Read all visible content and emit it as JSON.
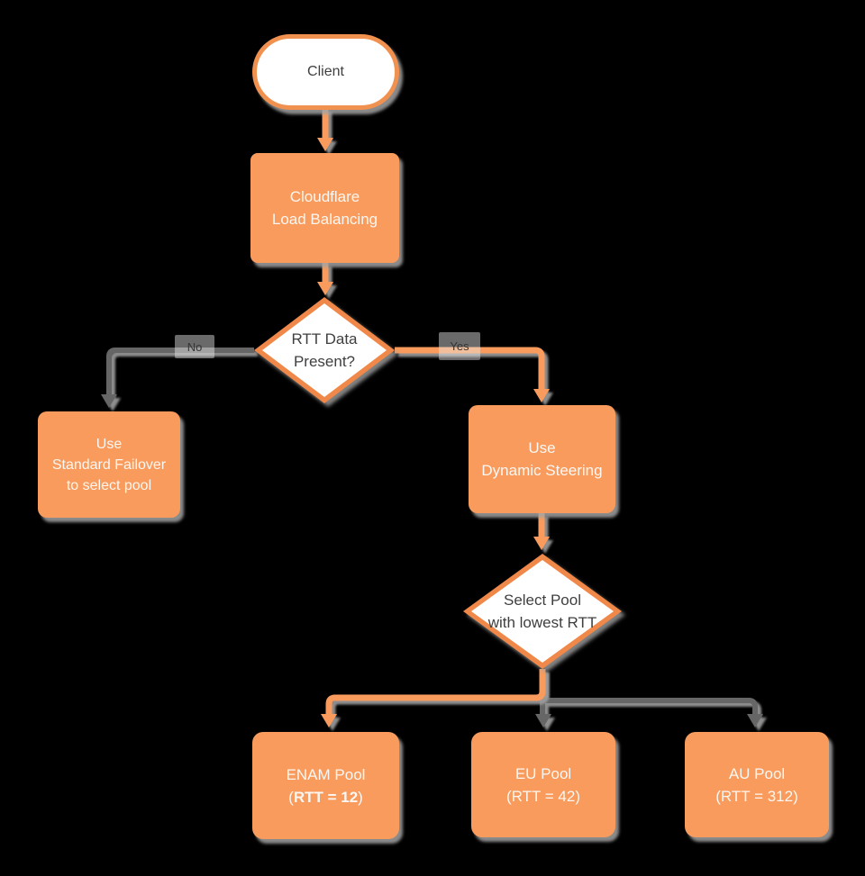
{
  "diagram": {
    "background_color": "#000000",
    "colors": {
      "node_fill_orange": "#F89B5C",
      "node_border_orange": "#F0884A",
      "connector_gray": "#666666",
      "shadow_gray": "#A3A3A3",
      "dark_text": "#3F3F3F",
      "light_text": "#FCF7F2"
    },
    "nodes": {
      "client": {
        "label": "Client",
        "shape": "terminator"
      },
      "load_balancing": {
        "label": "Cloudflare\nLoad Balancing",
        "shape": "process"
      },
      "rtt_decision": {
        "label": "RTT Data\nPresent?",
        "shape": "decision"
      },
      "standard_failover": {
        "label": "Use\nStandard Failover\nto select pool",
        "shape": "process"
      },
      "dynamic_steering": {
        "label": "Use\nDynamic Steering",
        "shape": "process"
      },
      "select_pool": {
        "label": "Select Pool\nwith lowest RTT",
        "shape": "decision"
      },
      "enam_pool": {
        "line1": "ENAM Pool",
        "line2_open": "(",
        "line2_bold": "RTT = 12",
        "line2_close": ")"
      },
      "eu_pool": {
        "line1": "EU Pool",
        "line2": "(RTT = 42)"
      },
      "au_pool": {
        "line1": "AU Pool",
        "line2": "(RTT = 312)"
      }
    },
    "edge_labels": {
      "no": "No",
      "yes": "Yes"
    }
  }
}
